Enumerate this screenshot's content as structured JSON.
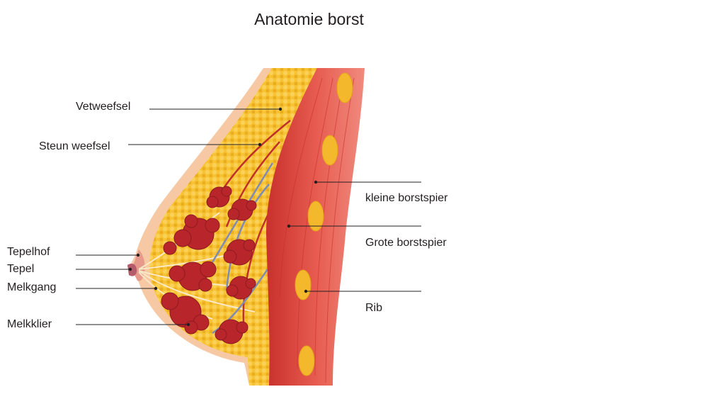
{
  "title": "Anatomie borst",
  "labels": {
    "vetweefsel": "Vetweefsel",
    "steun_weefsel": "Steun weefsel",
    "tepelhof": "Tepelhof",
    "tepel": "Tepel",
    "melkgang": "Melkgang",
    "melkklier": "Melkklier",
    "kleine_borstspier": "kleine borstspier",
    "grote_borstspier": "Grote borstspier",
    "rib": "Rib"
  },
  "colors": {
    "skin": "#f6c9a4",
    "fat": "#f7c233",
    "muscle": "#e2473c",
    "gland": "#b8262b",
    "rib": "#f4b82c"
  }
}
